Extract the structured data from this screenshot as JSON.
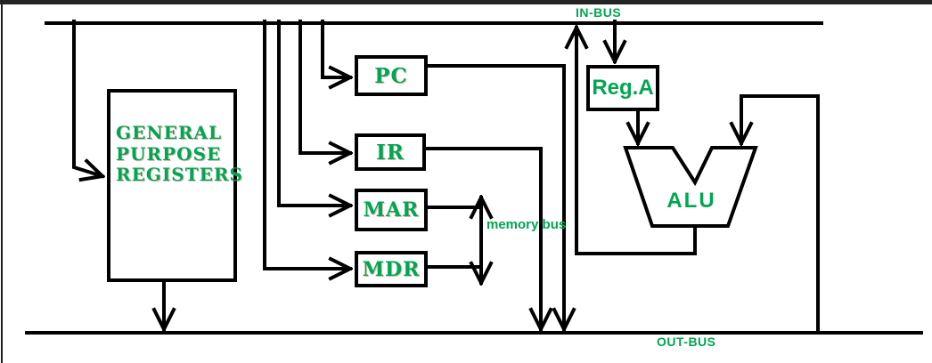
{
  "diagram": {
    "description": "CPU block diagram: registers connected between IN-BUS and OUT-BUS with ALU and memory bus",
    "colors": {
      "label_green": "#00a651",
      "line_black": "#000000",
      "frame_dark": "#242424",
      "background": "#ffffff"
    },
    "buses": {
      "in_bus": {
        "label": "IN-BUS"
      },
      "out_bus": {
        "label": "OUT-BUS"
      },
      "memory_bus": {
        "label": "memory bus"
      }
    },
    "blocks": {
      "gpr": {
        "label_line1": "GENERAL",
        "label_line2": "PURPOSE",
        "label_line3": "REGISTERS"
      },
      "pc": {
        "label": "PC"
      },
      "ir": {
        "label": "IR"
      },
      "mar": {
        "label": "MAR"
      },
      "mdr": {
        "label": "MDR"
      },
      "reg_a": {
        "label": "Reg.A"
      },
      "alu": {
        "label": "ALU"
      }
    },
    "connections": [
      {
        "from": "in-bus",
        "to": "general-purpose-registers",
        "arrow": "into-gpr"
      },
      {
        "from": "in-bus",
        "to": "pc",
        "arrow": "into-pc"
      },
      {
        "from": "in-bus",
        "to": "ir",
        "arrow": "into-ir"
      },
      {
        "from": "in-bus",
        "to": "mar",
        "arrow": "into-mar"
      },
      {
        "from": "in-bus",
        "to": "mdr",
        "arrow": "into-mdr"
      },
      {
        "from": "in-bus",
        "to": "reg-a",
        "arrow": "into-reg-a"
      },
      {
        "from": "general-purpose-registers",
        "to": "out-bus",
        "arrow": "into-out-bus"
      },
      {
        "from": "pc",
        "to": "out-bus",
        "arrow": "into-out-bus"
      },
      {
        "from": "ir",
        "to": "out-bus",
        "arrow": "into-out-bus"
      },
      {
        "from": "mar",
        "to": "memory-bus",
        "arrow": "bidirectional"
      },
      {
        "from": "mdr",
        "to": "memory-bus",
        "arrow": "bidirectional"
      },
      {
        "from": "reg-a",
        "to": "alu",
        "arrow": "into-alu-left-input"
      },
      {
        "from": "out-bus",
        "to": "alu",
        "arrow": "into-alu-right-input"
      },
      {
        "from": "alu",
        "to": "in-bus",
        "arrow": "into-in-bus"
      }
    ]
  }
}
